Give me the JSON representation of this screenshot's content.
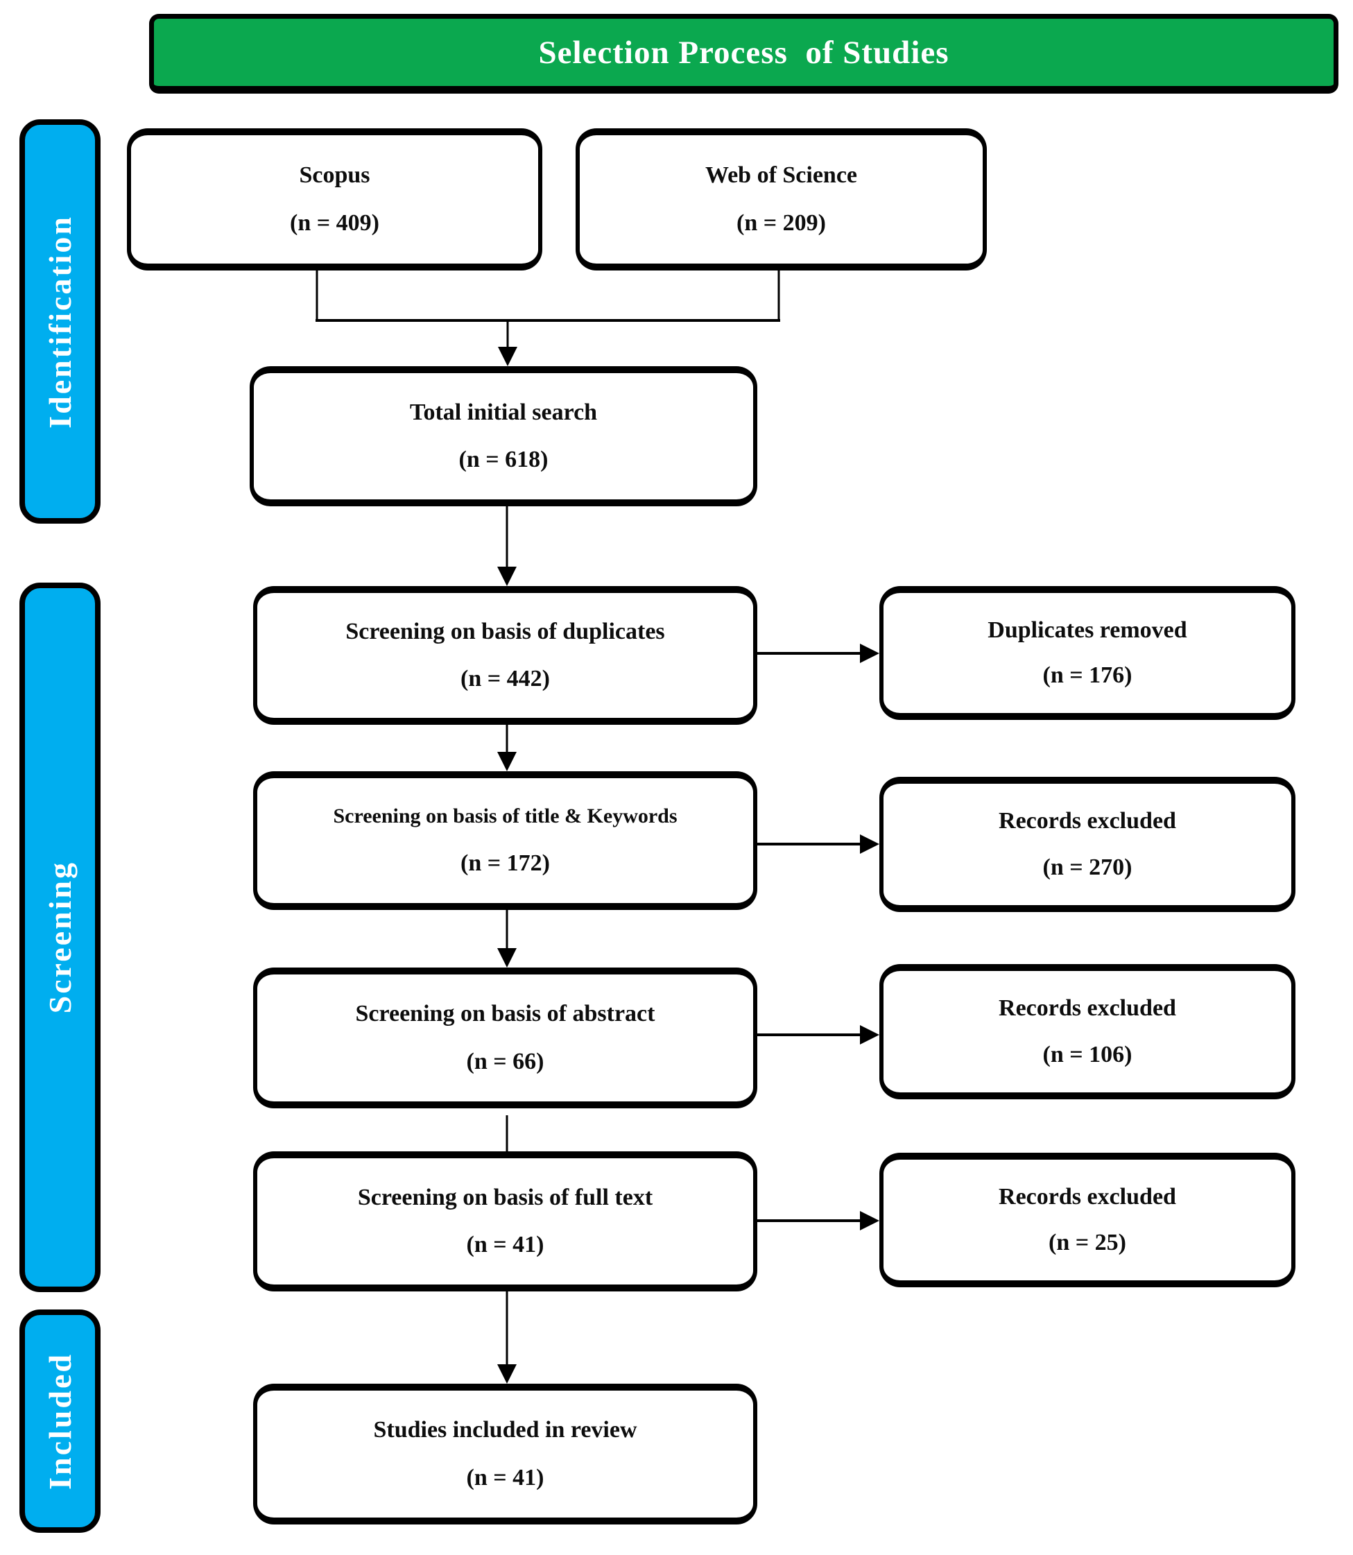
{
  "header": {
    "title": "Selection Process  of Studies"
  },
  "colors": {
    "banner_green": "#0BA84F",
    "stage_blue": "#00AEEF",
    "line_black": "#000000"
  },
  "stages": [
    {
      "id": "identification",
      "label": "Identification"
    },
    {
      "id": "screening",
      "label": "Screening"
    },
    {
      "id": "included",
      "label": "Included"
    }
  ],
  "boxes": {
    "scopus": {
      "title": "Scopus",
      "count": "(n = 409)"
    },
    "web_of_science": {
      "title": "Web of Science",
      "count": "(n = 209)"
    },
    "total": {
      "title": "Total initial search",
      "count": "(n = 618)"
    },
    "duplicates": {
      "title": "Screening on basis of duplicates",
      "count": "(n = 442)"
    },
    "title_keywords": {
      "title": "Screening on basis of title & Keywords",
      "count": "(n = 172)"
    },
    "abstract": {
      "title": "Screening on basis of abstract",
      "count": "(n = 66)"
    },
    "full_text": {
      "title": "Screening on basis of full text",
      "count": "(n = 41)"
    },
    "included": {
      "title": "Studies included in review",
      "count": "(n = 41)"
    },
    "dup_removed": {
      "title": "Duplicates removed",
      "count": "(n = 176)"
    },
    "excl_title": {
      "title": "Records excluded",
      "count": "(n = 270)"
    },
    "excl_abstract": {
      "title": "Records excluded",
      "count": "(n = 106)"
    },
    "excl_fulltext": {
      "title": "Records excluded",
      "count": "(n = 25)"
    }
  }
}
